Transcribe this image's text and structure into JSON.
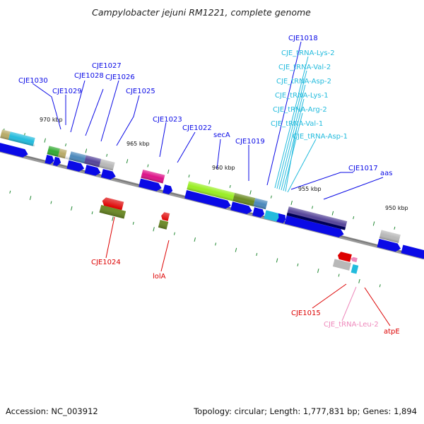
{
  "title": "Campylobacter jejuni RM1221, complete genome",
  "accession": "Accession: NC_003912",
  "topology": "Topology: circular; Length: 1,777,831 bp; Genes: 1,894",
  "ticks": [
    "970 kbp",
    "965 kbp",
    "960 kbp",
    "955 kbp",
    "950 kbp"
  ],
  "labels": {
    "CJE1030": "CJE1030",
    "CJE1029": "CJE1029",
    "CJE1028": "CJE1028",
    "CJE1027": "CJE1027",
    "CJE1026": "CJE1026",
    "CJE1025": "CJE1025",
    "CJE1023": "CJE1023",
    "CJE1022": "CJE1022",
    "secA": "secA",
    "CJE1019": "CJE1019",
    "CJE1018": "CJE1018",
    "tRNA_Lys2": "CJE_tRNA-Lys-2",
    "tRNA_Val2": "CJE_tRNA-Val-2",
    "tRNA_Asp2": "CJE_tRNA-Asp-2",
    "tRNA_Lys1": "CJE_tRNA-Lys-1",
    "tRNA_Arg2": "CJE_tRNA-Arg-2",
    "tRNA_Val1": "CJE_tRNA-Val-1",
    "tRNA_Asp1": "CJE_tRNA-Asp-1",
    "CJE1017": "CJE1017",
    "aas": "aas",
    "CJE1024": "CJE1024",
    "lolA": "lolA",
    "CJE1015": "CJE1015",
    "tRNA_Leu2": "CJE_tRNA-Leu-2",
    "atpE": "atpE"
  },
  "colors": {
    "blue": "#0a0ae6",
    "cyan": "#22bbdd",
    "red": "#dd0000",
    "pink": "#ee88bb",
    "olive": "#6a8a22",
    "lime": "#99ee22",
    "magenta": "#dd1188",
    "purple": "#554499",
    "grey": "#b8b8b8",
    "steel": "#4a88bb",
    "tan": "#b8aa66",
    "green": "#33aa33",
    "backbone": "#888888"
  }
}
